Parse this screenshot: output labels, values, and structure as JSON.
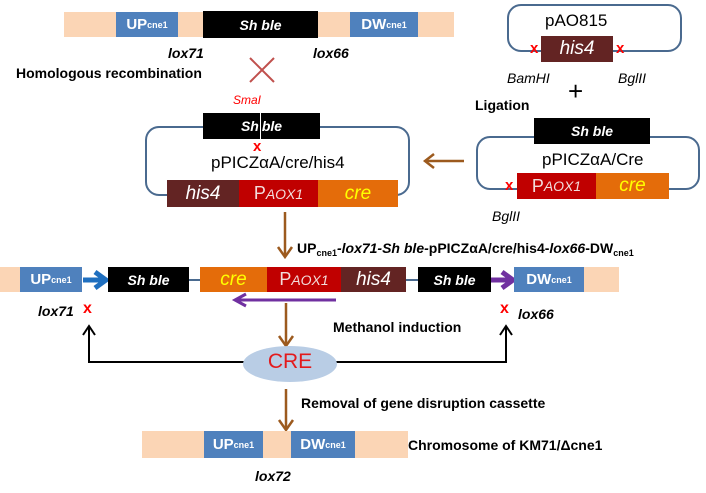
{
  "colors": {
    "chromosome": "#fbd5b5",
    "up_dw": "#4f81bd",
    "sh_ble": "#000000",
    "his4": "#632423",
    "paox1": "#c00000",
    "cre": "#e46c0a",
    "cre_text": "#ffff00",
    "restriction_site": "#ff0000",
    "plasmid_outline": "#4a6a8f",
    "lox71_arrow": "#1f6fbf",
    "lox66_arrow": "#7030a0",
    "lox72_arrow": "#c00000",
    "flow_arrow": "#9c5a1e",
    "cre_ellipse": "#b9cde5"
  },
  "top_construct": {
    "up": {
      "main": "UP",
      "sub": "cne1"
    },
    "sh_ble": "Sh ble",
    "dw": {
      "main": "DW",
      "sub": "cne1"
    },
    "lox_left": "lox71",
    "lox_right": "lox66"
  },
  "homologous_recombination": "Homologous recombination",
  "pAO815": {
    "name": "pAO815",
    "gene": "his4",
    "site_left": "BamHI",
    "site_right": "BglII"
  },
  "plus": "+",
  "ligation": "Ligation",
  "pPICZaA_Cre": {
    "name": "pPICZαA/Cre",
    "sh_ble": "Sh ble",
    "promoter": {
      "main": "P",
      "sub": "AOX1"
    },
    "cre": "cre",
    "site": "BglII"
  },
  "pPICZaA_cre_his4": {
    "name": "pPICZαA/cre/his4",
    "site": "SmaI",
    "sh_ble_left": "Sh",
    "sh_ble_right": "ble",
    "his4": "his4",
    "promoter": {
      "main": "P",
      "sub": "AOX1"
    },
    "cre": "cre"
  },
  "integrated_label": {
    "up": "UP",
    "up_sub": "cne1",
    "part1": "-lox71-Sh ble-",
    "part2": "pPICZαA/cre/his4-",
    "part3": "lox66",
    "part4": "-DW",
    "dw_sub": "cne1"
  },
  "integrated": {
    "up": {
      "main": "UP",
      "sub": "cne1"
    },
    "sh_ble_1": "Sh ble",
    "cre": "cre",
    "promoter": {
      "main": "P",
      "sub": "AOX1"
    },
    "his4": "his4",
    "sh_ble_2": "Sh ble",
    "dw": {
      "main": "DW",
      "sub": "cne1"
    },
    "lox_left": "lox71",
    "lox_right": "lox66"
  },
  "methanol_induction": "Methanol induction",
  "cre_protein": "CRE",
  "removal": "Removal of gene disruption cassette",
  "final": {
    "up": {
      "main": "UP",
      "sub": "cne1"
    },
    "dw": {
      "main": "DW",
      "sub": "cne1"
    },
    "lox": "lox72",
    "label": "Chromosome of KM71/Δcne1"
  }
}
